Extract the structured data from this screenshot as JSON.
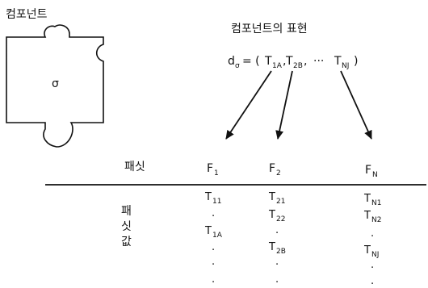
{
  "title_left": "컴포넌트",
  "title_right": "컴포넌트의 표현",
  "sigma": "σ",
  "formula": {
    "d": "d",
    "d_sub": "σ",
    "eq": "= (",
    "t1": "T",
    "t1_sub": "1A",
    "comma1": ",",
    "t2": "T",
    "t2_sub": "2B",
    "comma2": ",",
    "dots": "···",
    "tn": "T",
    "tn_sub": "NJ",
    "close": ")"
  },
  "facet_label": "패싯",
  "facet_value_label": [
    "패",
    "싯",
    "값"
  ],
  "facets": [
    {
      "name": "F",
      "sub": "1"
    },
    {
      "name": "F",
      "sub": "2"
    },
    {
      "name": "F",
      "sub": "N"
    }
  ],
  "values": {
    "col1": [
      {
        "t": "T",
        "sub": "11"
      },
      {
        "t": ".",
        "sub": ""
      },
      {
        "t": "T",
        "sub": "1A"
      },
      {
        "t": ".",
        "sub": ""
      },
      {
        "t": ".",
        "sub": ""
      },
      {
        "t": ".",
        "sub": ""
      }
    ],
    "col2": [
      {
        "t": "T",
        "sub": "21"
      },
      {
        "t": "T",
        "sub": "22"
      },
      {
        "t": ".",
        "sub": ""
      },
      {
        "t": "T",
        "sub": "2B"
      },
      {
        "t": ".",
        "sub": ""
      },
      {
        "t": ".",
        "sub": ""
      }
    ],
    "col3": [
      {
        "t": "T",
        "sub": "N1"
      },
      {
        "t": "T",
        "sub": "N2"
      },
      {
        "t": ".",
        "sub": ""
      },
      {
        "t": "T",
        "sub": "NJ"
      },
      {
        "t": ".",
        "sub": ""
      },
      {
        "t": ".",
        "sub": ""
      }
    ]
  }
}
